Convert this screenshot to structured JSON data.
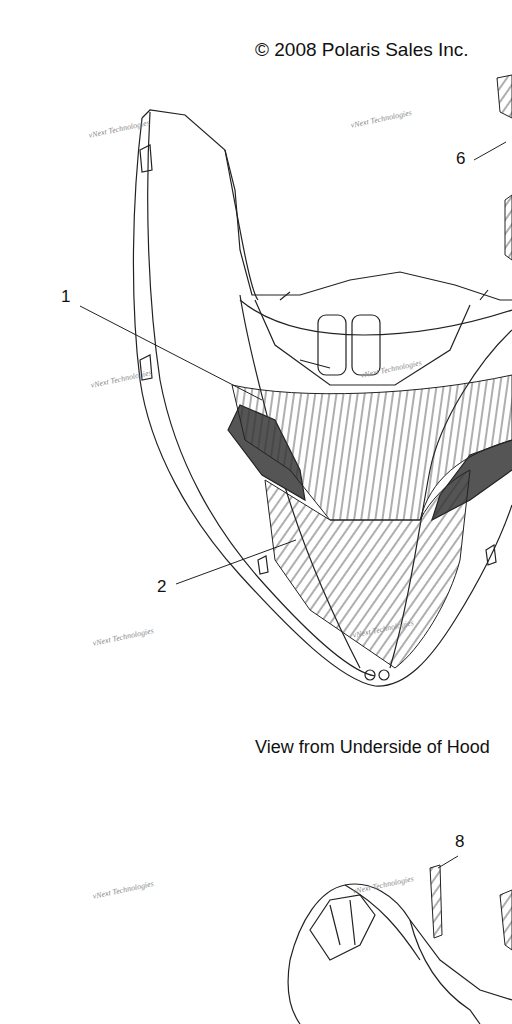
{
  "diagram": {
    "labels": [
      "© 2008 Polaris Sales Inc.",
      "1",
      "2",
      "6",
      "View from Underside of Hood",
      "8",
      "vNext Technologies",
      "vNext Technologies",
      "vNext Technologies",
      "vNext Technologies",
      "vNext Technologies",
      "vNext Technologies",
      "vNext Technologies",
      "vNext Technologies"
    ]
  }
}
